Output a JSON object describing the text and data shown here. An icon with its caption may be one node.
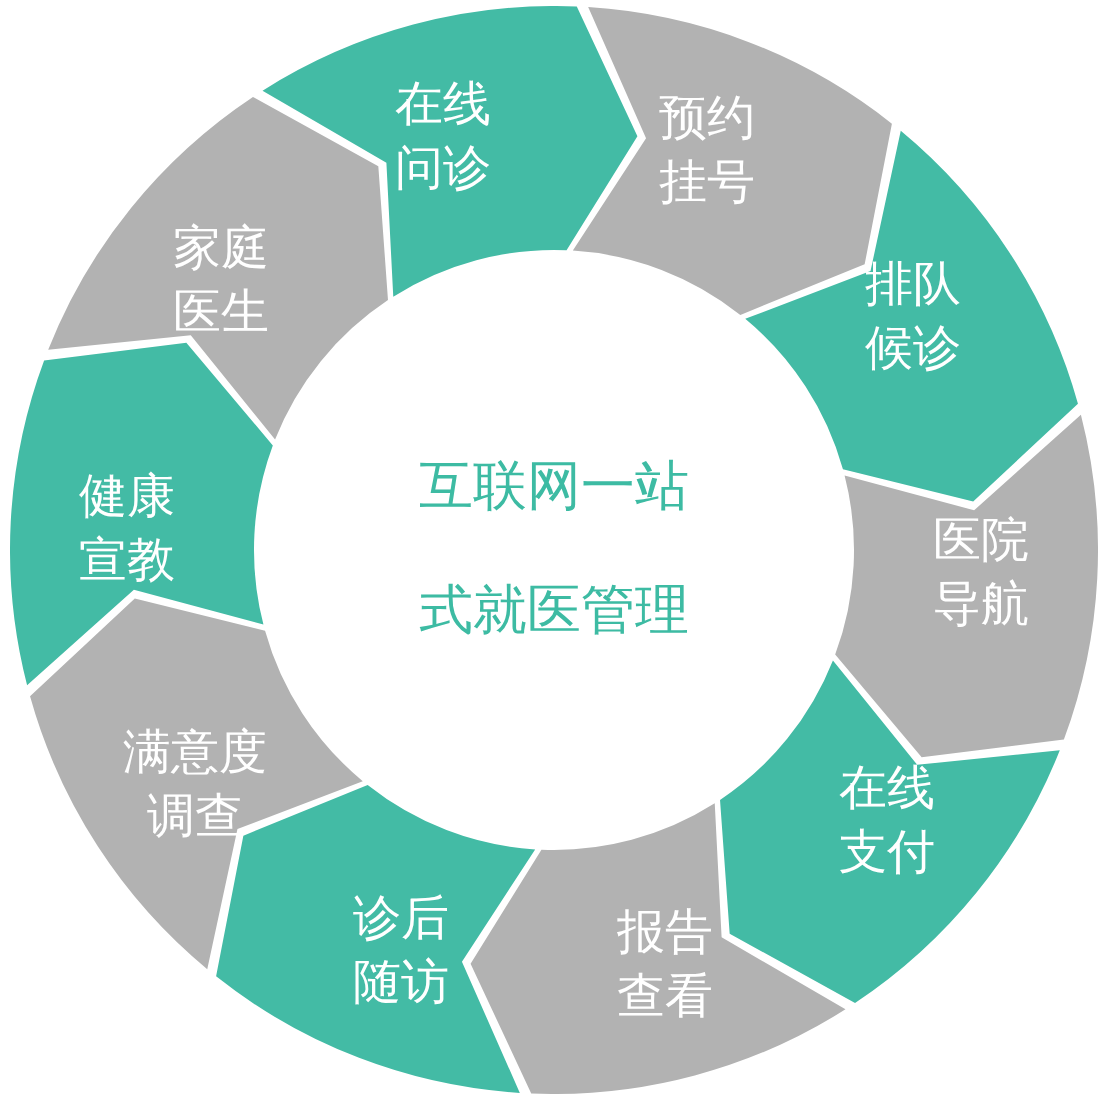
{
  "diagram": {
    "nodes": [
      {
        "text": [
          "在线问诊"
        ]
      },
      {
        "text": [
          "预约挂号"
        ]
      },
      {
        "text": [
          "排队候诊"
        ]
      },
      {
        "text": [
          "医院导航"
        ]
      },
      {
        "text": [
          "在线支付"
        ]
      },
      {
        "text": [
          "报告查看"
        ]
      },
      {
        "text": [
          "诊后随访"
        ]
      },
      {
        "text": [
          "满意度调查"
        ]
      },
      {
        "text": [
          "健康宣教"
        ]
      },
      {
        "text": [
          "家庭医生"
        ]
      },
      {
        "text": [
          "互联网一站式就医管理"
        ]
      }
    ]
  }
}
